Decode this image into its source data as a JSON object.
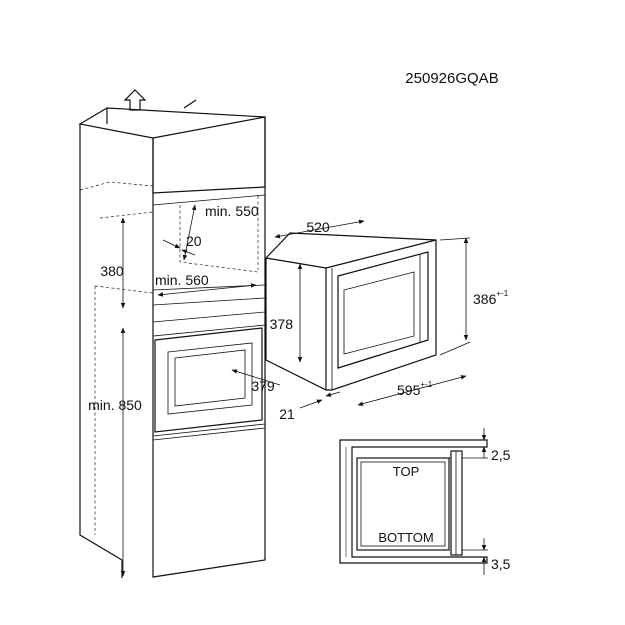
{
  "drawing_code": "250926GQAB",
  "dimensions": {
    "niche_depth": "min. 550",
    "niche_offset": "20",
    "niche_width": "min. 560",
    "niche_height": "380",
    "cabinet_height": "min. 850",
    "appliance_depth": "520",
    "appliance_height": "386",
    "appliance_height_tol": "+-1",
    "appliance_inner_height": "378",
    "appliance_inner_depth": "379",
    "appliance_width": "595",
    "appliance_width_tol": "+-1",
    "frame_depth": "21",
    "clearance_top": "2,5",
    "clearance_bottom": "3,5"
  },
  "section_labels": {
    "top": "TOP",
    "bottom": "BOTTOM"
  },
  "icons": {
    "airflow": "arrow-up-outline-icon"
  }
}
